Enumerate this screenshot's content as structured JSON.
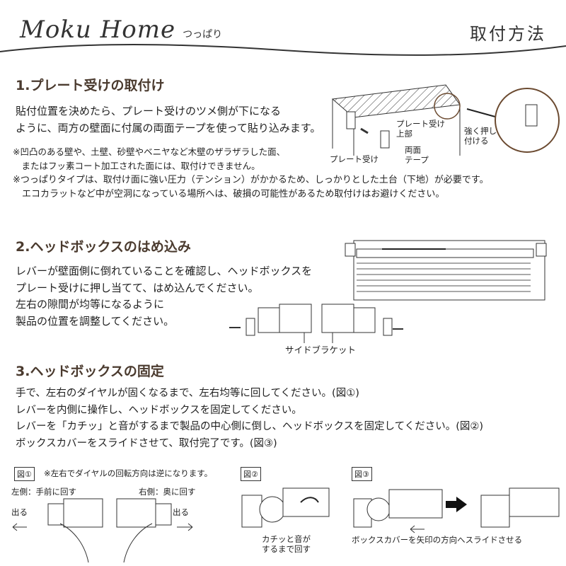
{
  "header": {
    "brand": "Moku Home",
    "brand_sub": "つっぱり",
    "title": "取付方法"
  },
  "s1": {
    "heading": "1.プレート受けの取付け",
    "lines": [
      "貼付位置を決めたら、プレート受けのツメ側が下になる",
      "ように、両方の壁面に付属の両面テープを使って貼り込みます。"
    ],
    "notes": [
      "※凹凸のある壁や、土壁、砂壁やベニヤなど木壁のザラザラした面、",
      "　またはフッ素コート加工された面には、取付けできません。",
      "※つっぱりタイプは、取付け面に強い圧力（テンション）がかかるため、しっかりとした土台（下地）が必要です。",
      "　エコカラットなど中が空洞になっている場所へは、破損の可能性があるため取付けはお避けください。"
    ],
    "labels": {
      "plate_top": "プレート受け",
      "plate_top2": "上部",
      "tape": "両面",
      "tape2": "テープ",
      "plate": "プレート受け",
      "press": "強く押し",
      "press2": "付ける"
    }
  },
  "s2": {
    "heading": "2.ヘッドボックスのはめ込み",
    "lines": [
      "レバーが壁面側に倒れていることを確認し、ヘッドボックスを",
      "プレート受けに押し当てて、はめ込んでください。",
      "左右の隙間が均等になるように",
      "製品の位置を調整してください。"
    ],
    "side_bracket": "サイドブラケット"
  },
  "s3": {
    "heading": "3.ヘッドボックスの固定",
    "lines": [
      "手で、左右のダイヤルが固くなるまで、左右均等に回してください。(図①)",
      "レバーを内側に操作し、ヘッドボックスを固定してください。",
      "レバーを「カチッ」と音がするまで製品の中心側に倒し、ヘッドボックスを固定してください。(図②)",
      "ボックスカバーをスライドさせて、取付完了です。(図③)"
    ]
  },
  "figs": {
    "f1": {
      "tag": "図①",
      "note": "※左右でダイヤルの回転方向は逆になります。",
      "left": "左側：手前に回す",
      "right": "右側：奥に回す",
      "out": "出る"
    },
    "f2": {
      "tag": "図②",
      "caption1": "カチッと音が",
      "caption2": "するまで回す"
    },
    "f3": {
      "tag": "図③",
      "caption": "ボックスカバーを矢印の方向へスライドさせる"
    }
  },
  "colors": {
    "heading": "#4a3a2e",
    "circle": "#6b4a30"
  }
}
